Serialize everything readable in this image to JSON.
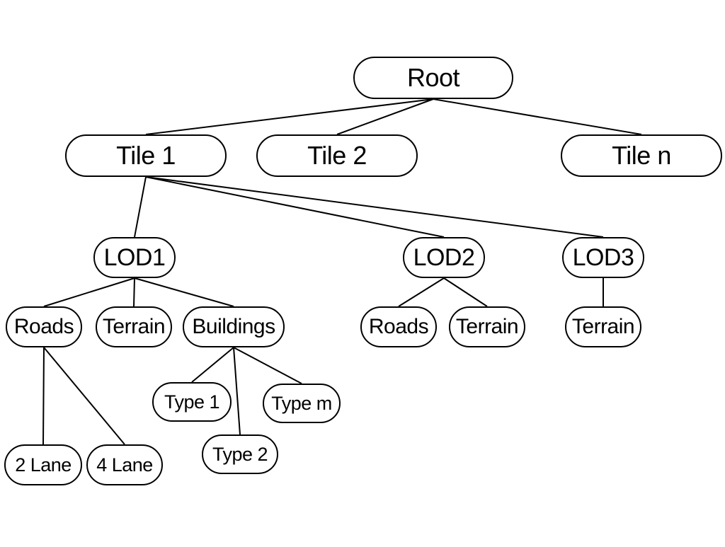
{
  "nodes": {
    "root": "Root",
    "tile1": "Tile 1",
    "tile2": "Tile 2",
    "tilen": "Tile n",
    "lod1": "LOD1",
    "lod2": "LOD2",
    "lod3": "LOD3",
    "lod1_roads": "Roads",
    "lod1_terrain": "Terrain",
    "lod1_buildings": "Buildings",
    "lod2_roads": "Roads",
    "lod2_terrain": "Terrain",
    "lod3_terrain": "Terrain",
    "type1": "Type 1",
    "type2": "Type 2",
    "typem": "Type m",
    "lane2": "2 Lane",
    "lane4": "4 Lane"
  },
  "edges": [
    [
      "root",
      "tile1"
    ],
    [
      "root",
      "tile2"
    ],
    [
      "root",
      "tilen"
    ],
    [
      "tile1",
      "lod1"
    ],
    [
      "tile1",
      "lod2"
    ],
    [
      "tile1",
      "lod3"
    ],
    [
      "lod1",
      "lod1_roads"
    ],
    [
      "lod1",
      "lod1_terrain"
    ],
    [
      "lod1",
      "lod1_buildings"
    ],
    [
      "lod2",
      "lod2_roads"
    ],
    [
      "lod2",
      "lod2_terrain"
    ],
    [
      "lod3",
      "lod3_terrain"
    ],
    [
      "lod1_buildings",
      "type1"
    ],
    [
      "lod1_buildings",
      "type2"
    ],
    [
      "lod1_buildings",
      "typem"
    ],
    [
      "lod1_roads",
      "lane2"
    ],
    [
      "lod1_roads",
      "lane4"
    ]
  ]
}
